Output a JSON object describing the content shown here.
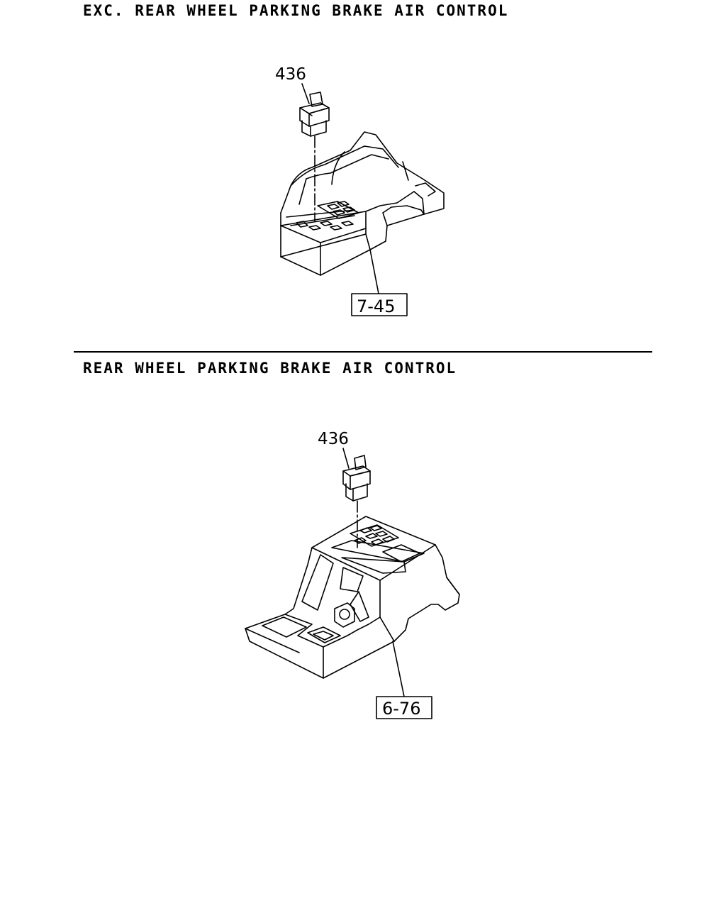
{
  "sections": [
    {
      "title": "EXC. REAR WHEEL PARKING BRAKE AIR CONTROL",
      "part_callout": "436",
      "ref_box": "7-45"
    },
    {
      "title": "REAR WHEEL PARKING BRAKE AIR CONTROL",
      "part_callout": "436",
      "ref_box": "6-76"
    }
  ],
  "colors": {
    "line": "#000000",
    "background": "#ffffff"
  }
}
